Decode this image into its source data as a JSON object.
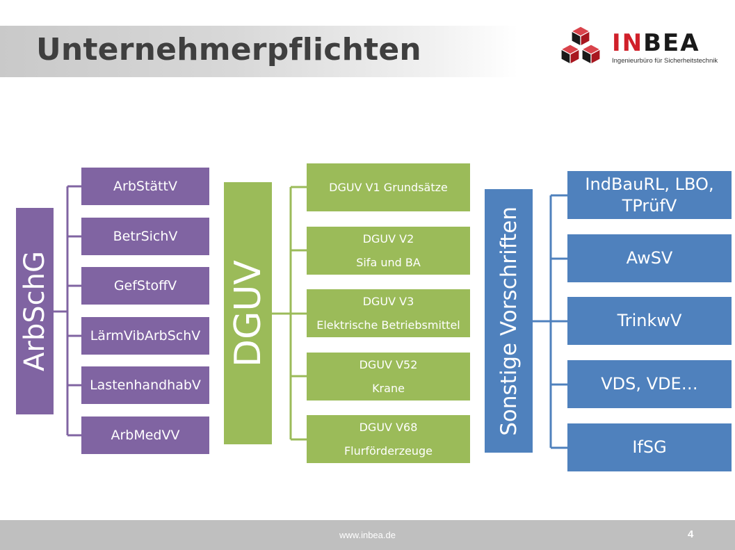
{
  "slide": {
    "title": "Unternehmerpflichten",
    "footer_url": "www.inbea.de",
    "page_number": "4"
  },
  "logo": {
    "word_in": "IN",
    "word_bea": "BEA",
    "subtitle": "Ingenieurbüro für Sicherheitstechnik",
    "colors": {
      "red": "#d0202a",
      "black": "#1a1a1a"
    }
  },
  "diagram": {
    "groups": [
      {
        "label": "ArbSchG",
        "color": "#8064a2",
        "items": [
          {
            "lines": [
              "ArbStättV"
            ]
          },
          {
            "lines": [
              "BetrSichV"
            ]
          },
          {
            "lines": [
              "GefStoffV"
            ]
          },
          {
            "lines": [
              "LärmVibArbSchV"
            ]
          },
          {
            "lines": [
              "LastenhandhabV"
            ]
          },
          {
            "lines": [
              "ArbMedVV"
            ]
          }
        ]
      },
      {
        "label": "DGUV",
        "color": "#9bbb59",
        "items": [
          {
            "lines": [
              "DGUV V1 Grundsätze"
            ]
          },
          {
            "lines": [
              "DGUV V2",
              "Sifa und BA"
            ]
          },
          {
            "lines": [
              "DGUV V3",
              "Elektrische Betriebsmittel"
            ]
          },
          {
            "lines": [
              "DGUV V52",
              "Krane"
            ]
          },
          {
            "lines": [
              "DGUV V68",
              "Flurförderzeuge"
            ]
          }
        ]
      },
      {
        "label": "Sonstige Vorschriften",
        "color": "#4f81bd",
        "items": [
          {
            "lines": [
              "IndBauRL, LBO,",
              "TPrüfV"
            ]
          },
          {
            "lines": [
              "AwSV"
            ]
          },
          {
            "lines": [
              "TrinkwV"
            ]
          },
          {
            "lines": [
              "VDS, VDE…"
            ]
          },
          {
            "lines": [
              "IfSG"
            ]
          }
        ]
      }
    ]
  }
}
